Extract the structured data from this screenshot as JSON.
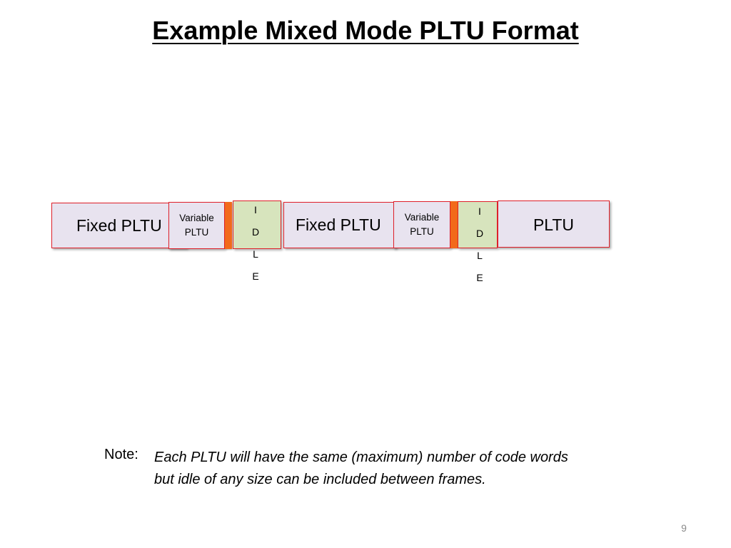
{
  "title": "Example Mixed Mode PLTU Format",
  "frames": {
    "fixed_1": "Fixed PLTU",
    "variable_1_line1": "Variable",
    "variable_1_line2": "PLTU",
    "idle_1": [
      "I",
      "D",
      "L",
      "E"
    ],
    "fixed_2": "Fixed PLTU",
    "variable_2_line1": "Variable",
    "variable_2_line2": "PLTU",
    "idle_2": [
      "I",
      "D",
      "L",
      "E"
    ],
    "pltu_3": "PLTU"
  },
  "note": {
    "label": "Note:",
    "line1": "Each PLTU will have the same (maximum) number of code words",
    "line2": "but idle of any size can be included between frames."
  },
  "page_number": "9",
  "colors": {
    "frame_fill": "#e8e3ef",
    "frame_border": "#e0202a",
    "idle_fill": "#d7e4bd",
    "separator": "#f26a1b"
  }
}
